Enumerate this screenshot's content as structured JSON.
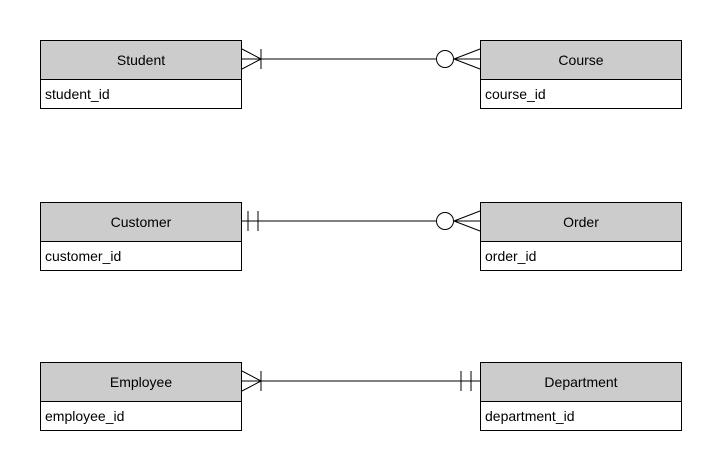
{
  "diagram": {
    "colors": {
      "header_fill": "#cccccc",
      "border": "#000000",
      "line": "#000000",
      "background": "#ffffff"
    },
    "entities": [
      {
        "name": "Student",
        "attribute": "student_id"
      },
      {
        "name": "Course",
        "attribute": "course_id"
      },
      {
        "name": "Customer",
        "attribute": "customer_id"
      },
      {
        "name": "Order",
        "attribute": "order_id"
      },
      {
        "name": "Employee",
        "attribute": "employee_id"
      },
      {
        "name": "Department",
        "attribute": "department_id"
      }
    ],
    "relationships": [
      {
        "from": "Student",
        "to": "Course",
        "from_cardinality": "one-or-many",
        "to_cardinality": "zero-or-many"
      },
      {
        "from": "Customer",
        "to": "Order",
        "from_cardinality": "exactly-one",
        "to_cardinality": "zero-or-many"
      },
      {
        "from": "Employee",
        "to": "Department",
        "from_cardinality": "one-or-many",
        "to_cardinality": "exactly-one"
      }
    ]
  }
}
